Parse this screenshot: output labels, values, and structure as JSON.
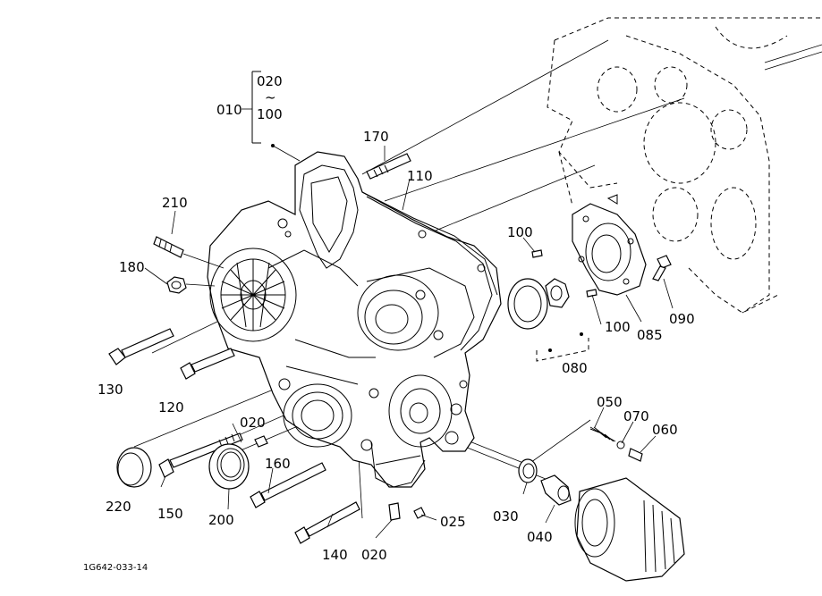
{
  "labels": {
    "p010": "010",
    "p020_top": "020",
    "p100_top": "100",
    "tilde": "~",
    "p170": "170",
    "p110": "110",
    "p210": "210",
    "p180": "180",
    "p130": "130",
    "p120": "120",
    "p020_mid": "020",
    "p220": "220",
    "p150": "150",
    "p200": "200",
    "p160": "160",
    "p140": "140",
    "p020_bottom": "020",
    "p025": "025",
    "p100_right": "100",
    "p100_lower": "100",
    "p080": "080",
    "p085": "085",
    "p090": "090",
    "p050": "050",
    "p070": "070",
    "p060": "060",
    "p030": "030",
    "p040": "040"
  },
  "drawing_code": "1G642-033-14"
}
